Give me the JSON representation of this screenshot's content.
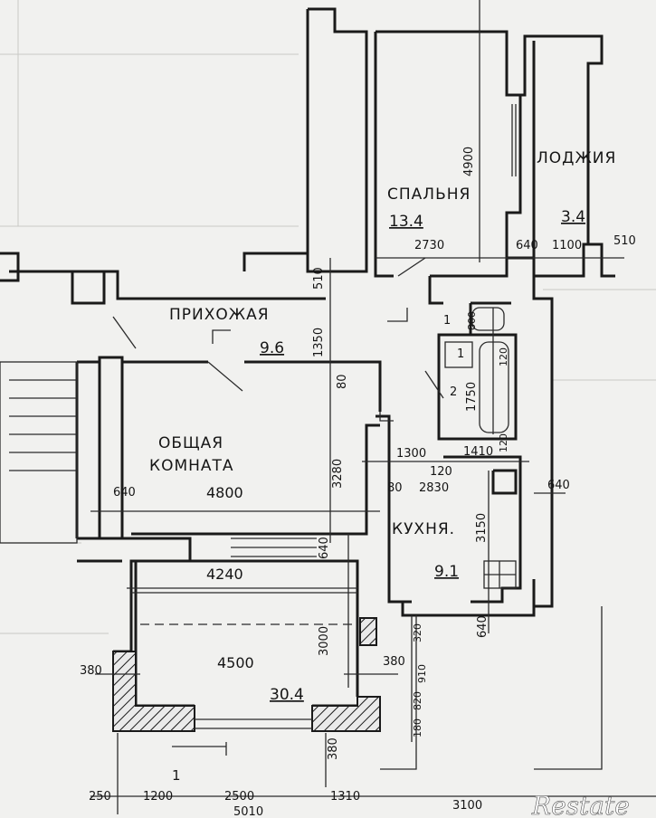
{
  "rooms": {
    "bedroom": {
      "name": "СПАЛЬНЯ",
      "area": "13.4"
    },
    "loggia": {
      "name": "ЛОДЖИЯ",
      "area": "3.4"
    },
    "hallway": {
      "name": "ПРИХОЖАЯ",
      "area": "9.6"
    },
    "living_room": {
      "name_line1": "ОБЩАЯ",
      "name_line2": "КОМНАТА"
    },
    "living_room_lower": {
      "area": "30.4"
    },
    "kitchen": {
      "name": "КУХНЯ.",
      "area": "9.1"
    }
  },
  "dimensions": {
    "d4900": "4900",
    "d2730": "2730",
    "d640a": "640",
    "d1100": "1100",
    "d510a": "510",
    "d510b": "510",
    "d1350": "1350",
    "d80a": "80",
    "d3280": "3280",
    "d4800": "4800",
    "d640b": "640",
    "d4240": "4240",
    "d640c": "640",
    "d3000": "3000",
    "d4500": "4500",
    "d380a": "380",
    "d380b": "380",
    "d380c": "380",
    "d1300": "1300",
    "d1410": "1410",
    "d120a": "120",
    "d2830": "2830",
    "d80b": "80",
    "d3150": "3150",
    "d640d": "640",
    "d640e": "640",
    "d1750": "1750",
    "d120b": "120",
    "d120c": "120",
    "d800": "800",
    "d910": "910",
    "d320": "320",
    "d820": "820",
    "d180": "180",
    "d250": "250",
    "d1200": "1200",
    "d2500": "2500",
    "d1310": "1310",
    "d5010": "5010",
    "d3100": "3100"
  },
  "markers": {
    "m1a": "1",
    "m1b": "1",
    "m2": "2",
    "section": "1"
  },
  "watermark": "Restate"
}
